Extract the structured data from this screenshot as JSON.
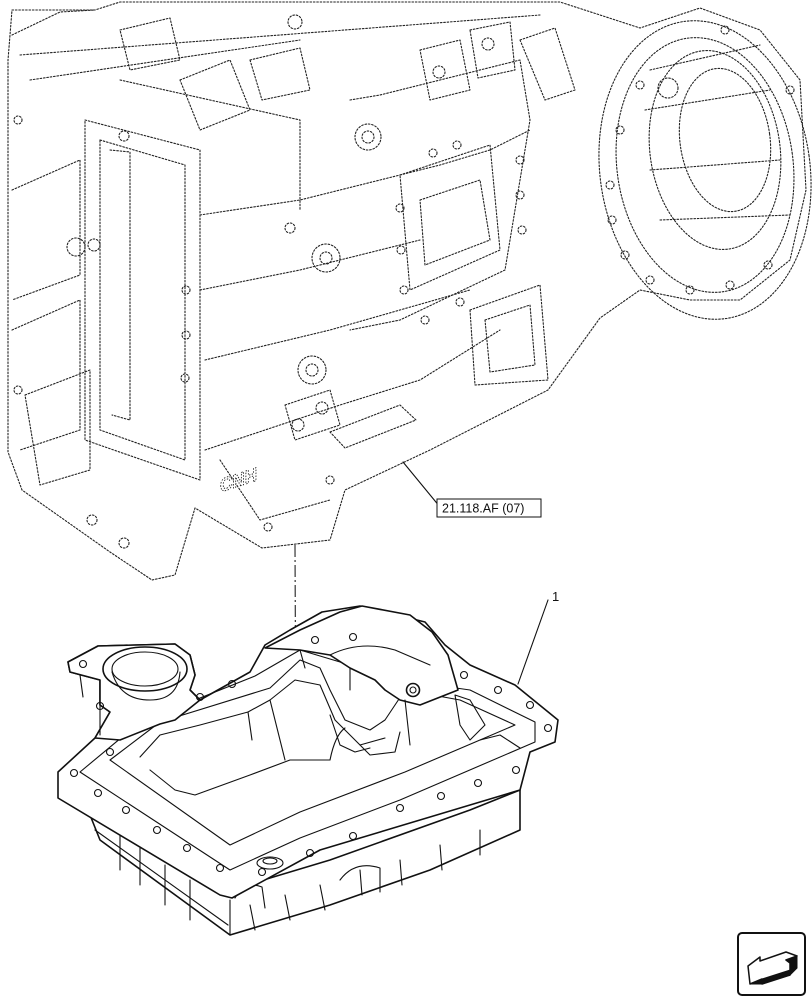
{
  "reference_label": "21.118.AF (07)",
  "callout_item": "1",
  "housing_logo": "CNH",
  "nav_icon": "arrow-back-icon"
}
